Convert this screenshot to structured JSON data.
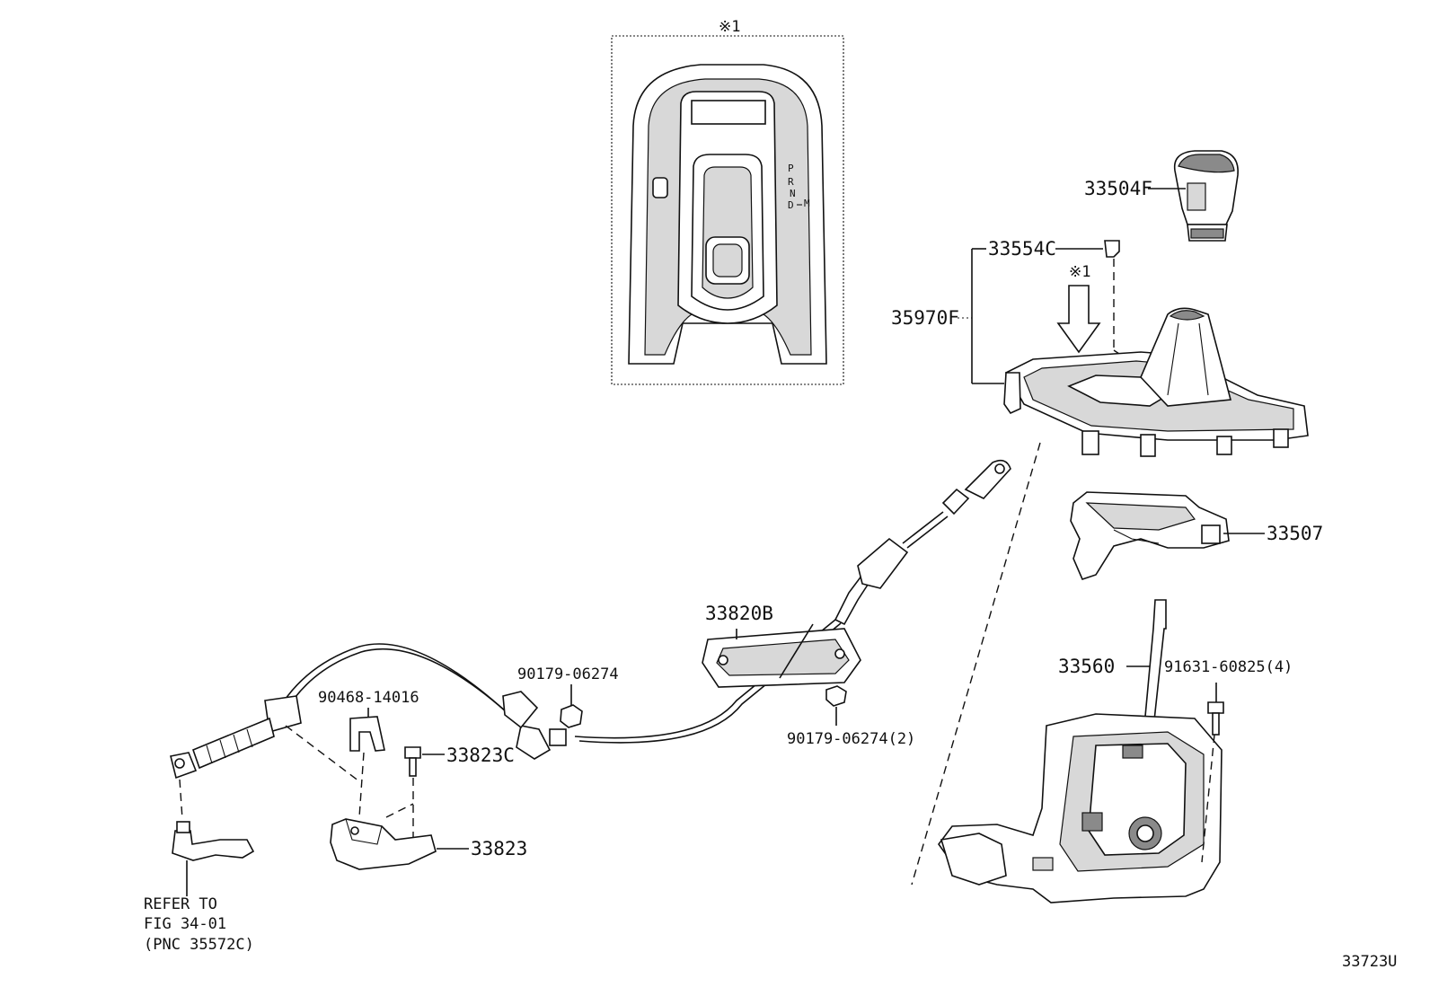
{
  "detail_marker": "※1",
  "detail_indicator_letters": [
    "P",
    "R",
    "N",
    "D",
    "M"
  ],
  "parts": {
    "knob": "33504F",
    "clip": "33554C",
    "bezel_assembly": "35970F",
    "indicator_housing": "33507",
    "lever_assembly": "33560",
    "lever_screw": "91631-60825(4)",
    "cable": "33820B",
    "nut_left": "90179-06274",
    "nut_right": "90179-06274(2)",
    "clip_plate": "90468-14016",
    "bracket_bolt": "33823C",
    "bracket": "33823"
  },
  "reference": {
    "line1": "REFER TO",
    "line2": "FIG 34-01",
    "line3": "(PNC 35572C)"
  },
  "diagram_code": "33723U"
}
